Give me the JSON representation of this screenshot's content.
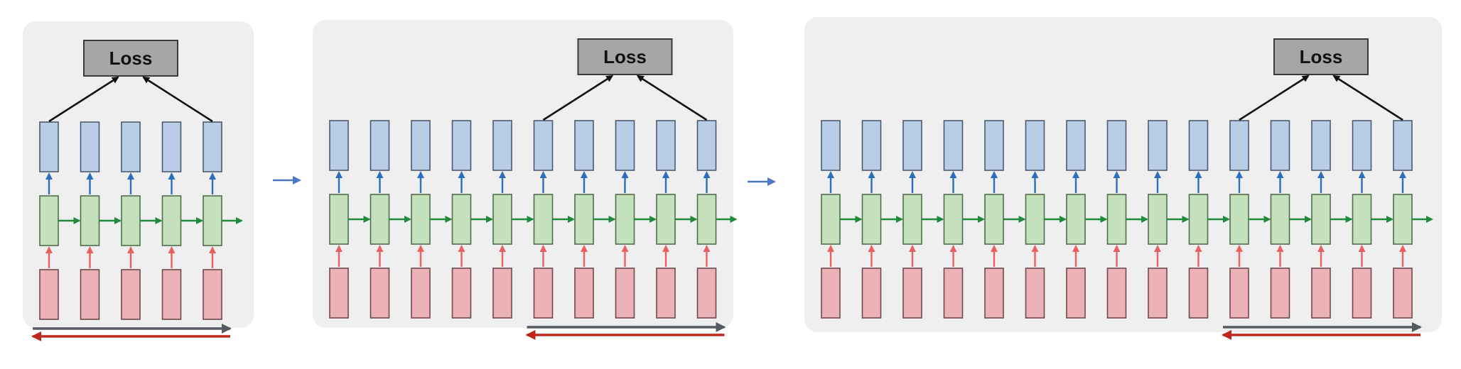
{
  "loss_label": "Loss",
  "colors": {
    "output": "#b9cde6",
    "hidden": "#c5e0bd",
    "input": "#ebb1b6",
    "up_output_arrow": "#2a6fbf",
    "up_input_arrow": "#e86060",
    "recurrent_arrow": "#1e8a3a",
    "forward_pass": "#555a63",
    "backward_pass": "#c0281e",
    "transition_arrow": "#4a78c2",
    "loss_box": "#a6a6a6"
  },
  "panels": [
    {
      "name": "panel-1",
      "timesteps": 5,
      "loss_window": 5
    },
    {
      "name": "panel-2",
      "timesteps": 10,
      "loss_window": 5
    },
    {
      "name": "panel-3",
      "timesteps": 15,
      "loss_window": 5
    }
  ]
}
